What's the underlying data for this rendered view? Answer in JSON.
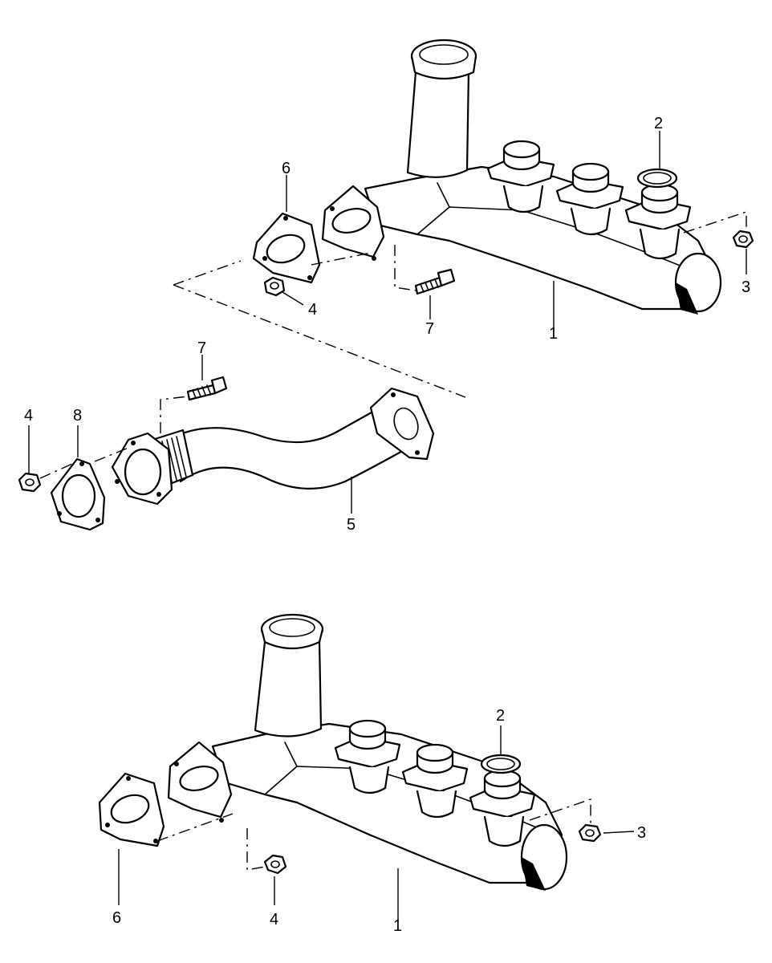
{
  "diagram": {
    "upper_assembly": {
      "callouts": {
        "manifold": "1",
        "ring": "2",
        "nut_right": "3",
        "nut_left": "4",
        "gasket": "6",
        "bolt": "7"
      }
    },
    "front_pipe_assembly": {
      "callouts": {
        "bolt": "7",
        "nut": "4",
        "gasket": "8",
        "pipe": "5"
      }
    },
    "lower_assembly": {
      "callouts": {
        "ring": "2",
        "nut_right": "3",
        "gasket": "6",
        "nut": "4",
        "manifold": "1"
      }
    }
  }
}
